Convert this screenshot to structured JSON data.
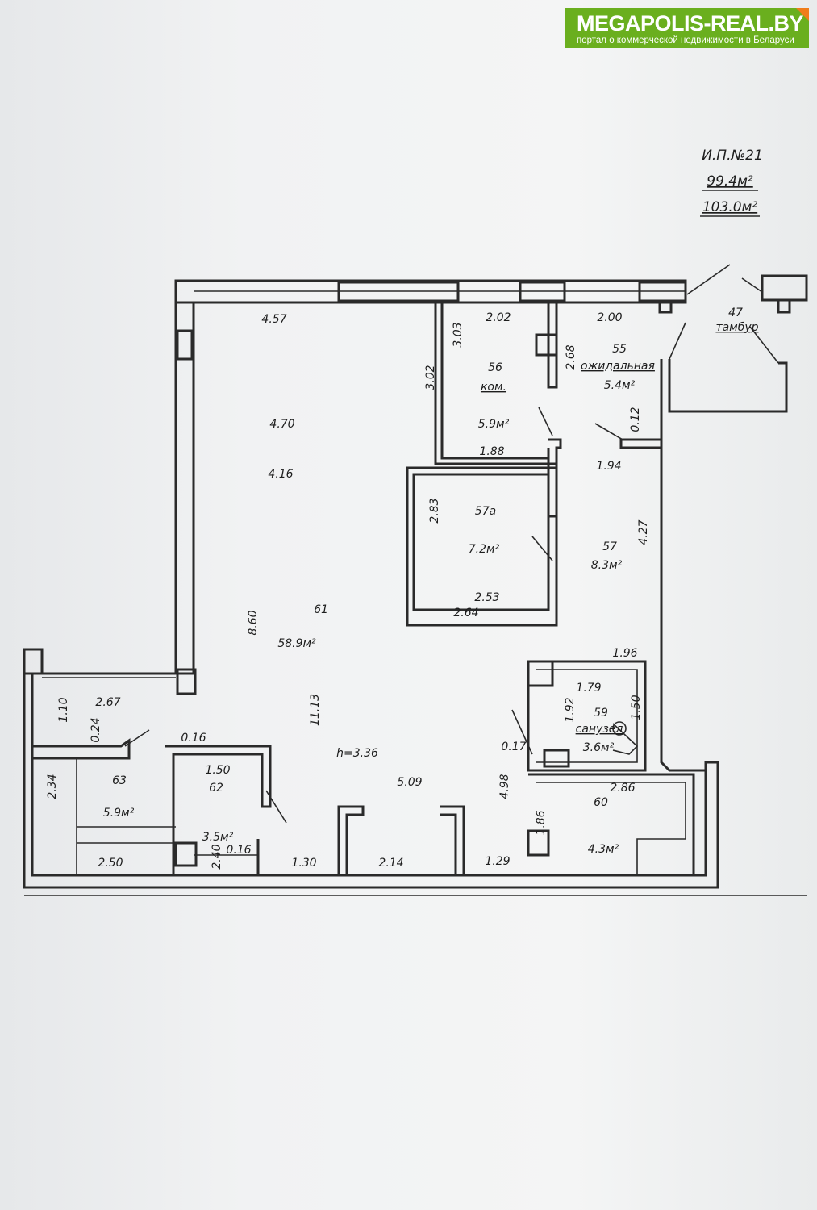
{
  "logo": {
    "title": "MEGAPOLIS-REAL.BY",
    "subtitle": "портал о коммерческой недвижимости в Беларуси",
    "color": "#6aaf1e",
    "accent": "#f07d1a"
  },
  "header": {
    "plan_id": "И.П.№21",
    "area_1": "99.4м²",
    "area_2": "103.0м²"
  },
  "labels": [
    "4.57",
    "2.02",
    "2.00",
    "47",
    "тамбур",
    "3.03",
    "3.02",
    "56",
    "ком.",
    "2.68",
    "55",
    "ожидальная",
    "5.4м²",
    "4.70",
    "5.9м²",
    "0.12",
    "1.88",
    "1.94",
    "4.16",
    "2.83",
    "57а",
    "7.2м²",
    "57",
    "4.27",
    "8.3м²",
    "2.53",
    "2.64",
    "8.60",
    "61",
    "58.9м²",
    "1.96",
    "1.79",
    "1.10",
    "2.67",
    "11.13",
    "1.92",
    "59",
    "1.50",
    "0.24",
    "санузел",
    "0.16",
    "h=3.36",
    "0.17",
    "3.6м²",
    "2.34",
    "63",
    "1.50",
    "62",
    "5.09",
    "4.98",
    "2.86",
    "60",
    "5.9м²",
    "1.86",
    "3.5м²",
    "0.16",
    "4.3м²",
    "2.50",
    "2.40",
    "1.30",
    "2.14",
    "1.29"
  ]
}
